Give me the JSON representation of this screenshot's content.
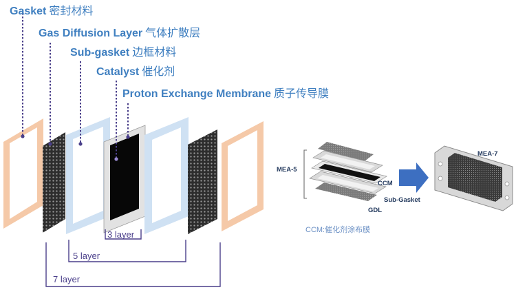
{
  "layers": [
    {
      "id": "gasket",
      "en": "Gasket",
      "zh": "密封材料"
    },
    {
      "id": "gdl",
      "en": "Gas Diffusion Layer",
      "zh": "气体扩散层"
    },
    {
      "id": "sub_gasket",
      "en": "Sub-gasket",
      "zh": "边框材料"
    },
    {
      "id": "catalyst",
      "en": "Catalyst",
      "zh": "催化剂"
    },
    {
      "id": "pem",
      "en": "Proton Exchange Membrane",
      "zh": "质子传导膜"
    }
  ],
  "brackets": {
    "three": "3 layer",
    "five": "5 layer",
    "seven": "7 layer"
  },
  "mea": {
    "mea5": "MEA-5",
    "mea7": "MEA-7",
    "ccm": "CCM",
    "sub_gasket": "Sub-Gasket",
    "gdl": "GDL",
    "ccm_note": "CCM:催化剂涂布膜"
  },
  "colors": {
    "label_blue": "#3f7fc0",
    "leader_purple": "#4a3f8a",
    "gasket_orange": "#f5c9a8",
    "subgasket_blue": "#cfe1f3",
    "arrow_blue": "#3d6fc1"
  }
}
